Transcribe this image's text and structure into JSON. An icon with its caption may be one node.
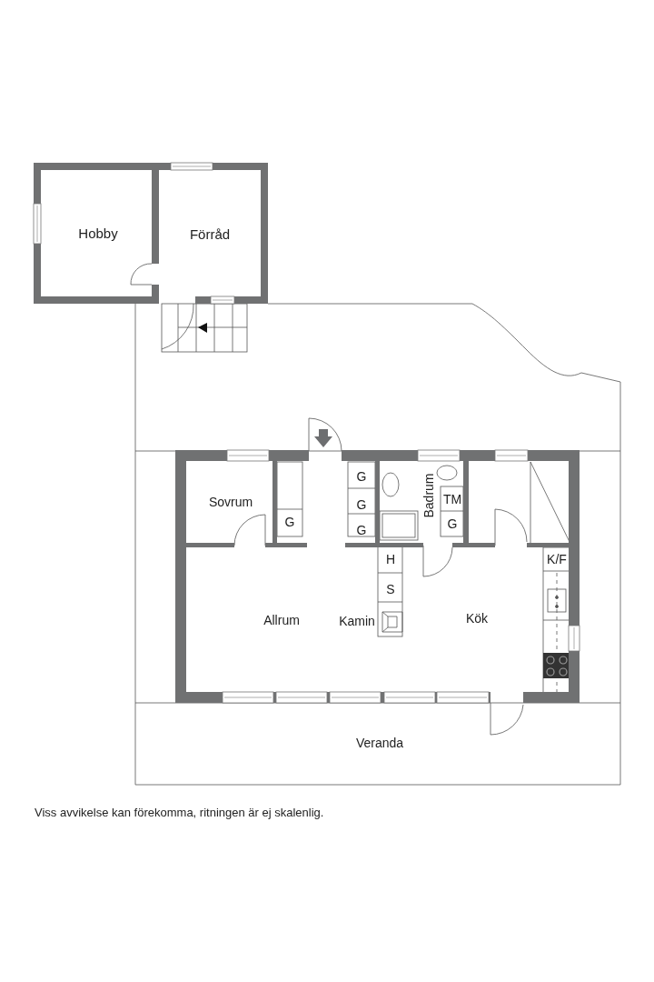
{
  "diagram": {
    "caption": "Viss avvikelse kan förekomma, ritningen är ej skalenlig.",
    "labels": [
      "Hobby",
      "Förråd",
      "Sovrum",
      "G",
      "G",
      "G",
      "G",
      "Badrum",
      "TM",
      "G",
      "H",
      "S",
      "K/F",
      "Allrum",
      "Kamin",
      "Kök",
      "Veranda"
    ]
  }
}
